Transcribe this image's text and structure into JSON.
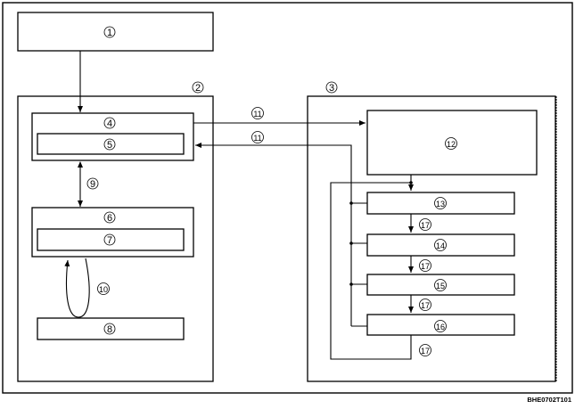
{
  "callouts": {
    "n1": "1",
    "n2": "2",
    "n3": "3",
    "n4": "4",
    "n5": "5",
    "n6": "6",
    "n7": "7",
    "n8": "8",
    "n9": "9",
    "n10": "10",
    "n11a": "11",
    "n11b": "11",
    "n12": "12",
    "n13": "13",
    "n14": "14",
    "n15": "15",
    "n16": "16",
    "n17a": "17",
    "n17b": "17",
    "n17c": "17",
    "n17d": "17"
  },
  "figure_code": "BHE0702T101"
}
